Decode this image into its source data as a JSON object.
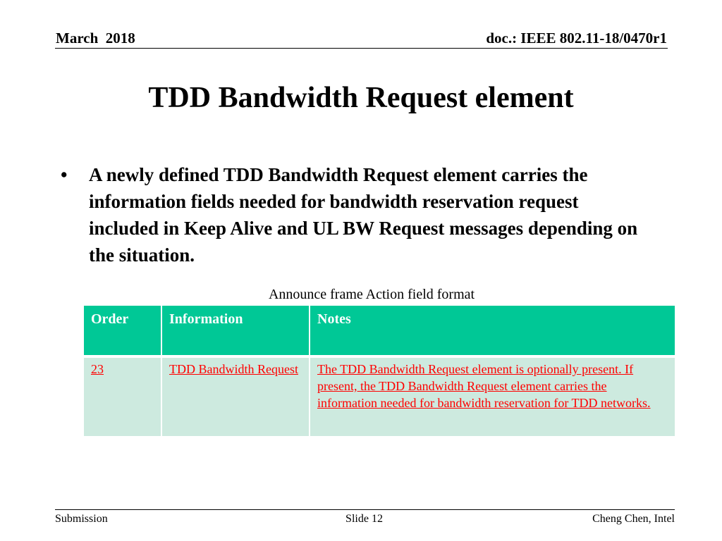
{
  "header": {
    "date": "March  2018",
    "doc_id": "doc.: IEEE 802.11-18/0470r1"
  },
  "slide": {
    "title": "TDD Bandwidth Request element",
    "bullets": [
      "A newly defined TDD Bandwidth Request element carries the information fields needed for bandwidth reservation request included in Keep Alive and UL BW Request messages depending on the situation."
    ],
    "bullet_symbol": "•"
  },
  "table": {
    "caption": "Announce frame Action field format",
    "columns": [
      "Order",
      "Information",
      "Notes"
    ],
    "rows": [
      {
        "order": "23",
        "information": "TDD Bandwidth Request",
        "notes": "The TDD Bandwidth Request element is optionally present. If present, the TDD Bandwidth Request element carries the information needed for bandwidth reservation for TDD networks."
      }
    ],
    "colors": {
      "header_bg": "#00c896",
      "row_bg": "#cdeadf",
      "inserted_text": "#ff0000"
    }
  },
  "footer": {
    "left": "Submission",
    "center": "Slide 12",
    "right": "Cheng Chen, Intel"
  }
}
